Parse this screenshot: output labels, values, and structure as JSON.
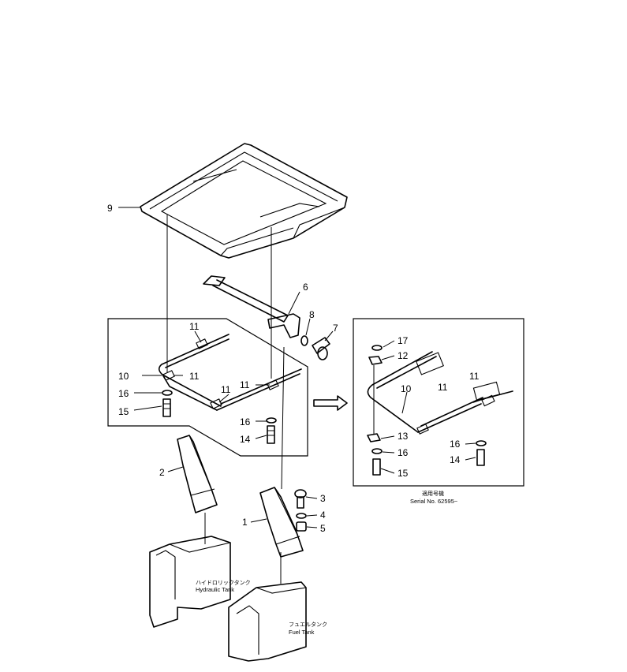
{
  "callouts": [
    {
      "id": "9",
      "text": "9"
    },
    {
      "id": "6",
      "text": "6"
    },
    {
      "id": "8",
      "text": "8"
    },
    {
      "id": "7",
      "text": "7"
    },
    {
      "id": "11a",
      "text": "11"
    },
    {
      "id": "11b",
      "text": "11"
    },
    {
      "id": "11c",
      "text": "11"
    },
    {
      "id": "11d",
      "text": "11"
    },
    {
      "id": "10",
      "text": "10"
    },
    {
      "id": "16a",
      "text": "16"
    },
    {
      "id": "15a",
      "text": "15"
    },
    {
      "id": "16b",
      "text": "16"
    },
    {
      "id": "14a",
      "text": "14"
    },
    {
      "id": "2",
      "text": "2"
    },
    {
      "id": "1",
      "text": "1"
    },
    {
      "id": "3",
      "text": "3"
    },
    {
      "id": "4",
      "text": "4"
    },
    {
      "id": "5",
      "text": "5"
    },
    {
      "id": "17",
      "text": "17"
    },
    {
      "id": "12",
      "text": "12"
    },
    {
      "id": "11e",
      "text": "11"
    },
    {
      "id": "11f",
      "text": "11"
    },
    {
      "id": "10b",
      "text": "10"
    },
    {
      "id": "13",
      "text": "13"
    },
    {
      "id": "16c",
      "text": "16"
    },
    {
      "id": "16d",
      "text": "16"
    },
    {
      "id": "14b",
      "text": "14"
    },
    {
      "id": "15b",
      "text": "15"
    }
  ],
  "labels": {
    "hydraulic_jp": "ハイドロリックタンク",
    "hydraulic_en": "Hydraulic Tank",
    "fuel_jp": "フュエルタンク",
    "fuel_en": "Fuel Tank",
    "serial_jp": "適用号機",
    "serial_en": "Serial No. 62595~"
  }
}
